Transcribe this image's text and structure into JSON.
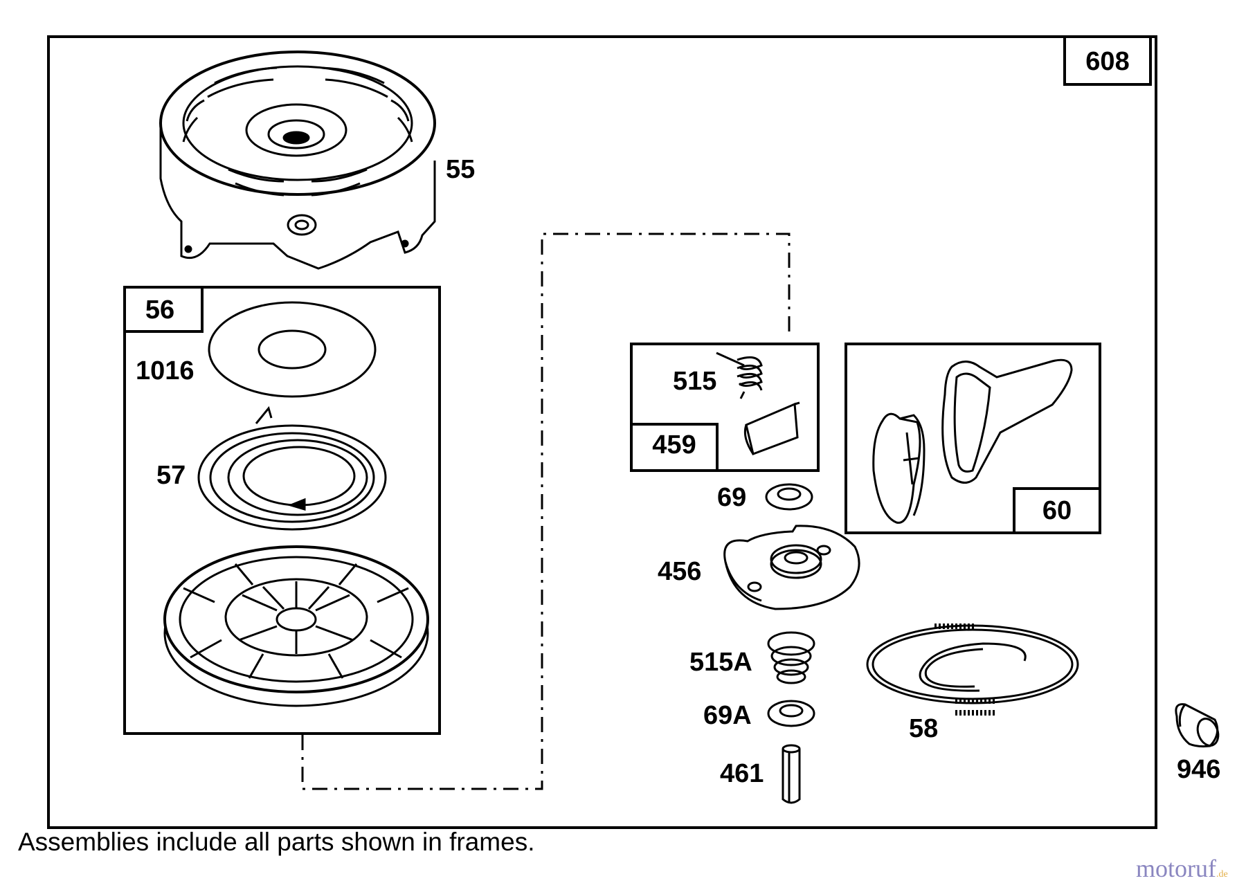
{
  "parts": {
    "p608": "608",
    "p55": "55",
    "p56": "56",
    "p1016": "1016",
    "p57": "57",
    "p515": "515",
    "p459": "459",
    "p60": "60",
    "p69": "69",
    "p456": "456",
    "p515a": "515A",
    "p69a": "69A",
    "p461": "461",
    "p58": "58",
    "p946": "946"
  },
  "note": "Assemblies include all parts shown in frames.",
  "watermark": {
    "main": "motoruf",
    "suffix": ".de"
  },
  "colors": {
    "line": "#000000",
    "background": "#ffffff",
    "watermark_primary": "#8a86c0",
    "watermark_secondary": "#e3b04a"
  }
}
